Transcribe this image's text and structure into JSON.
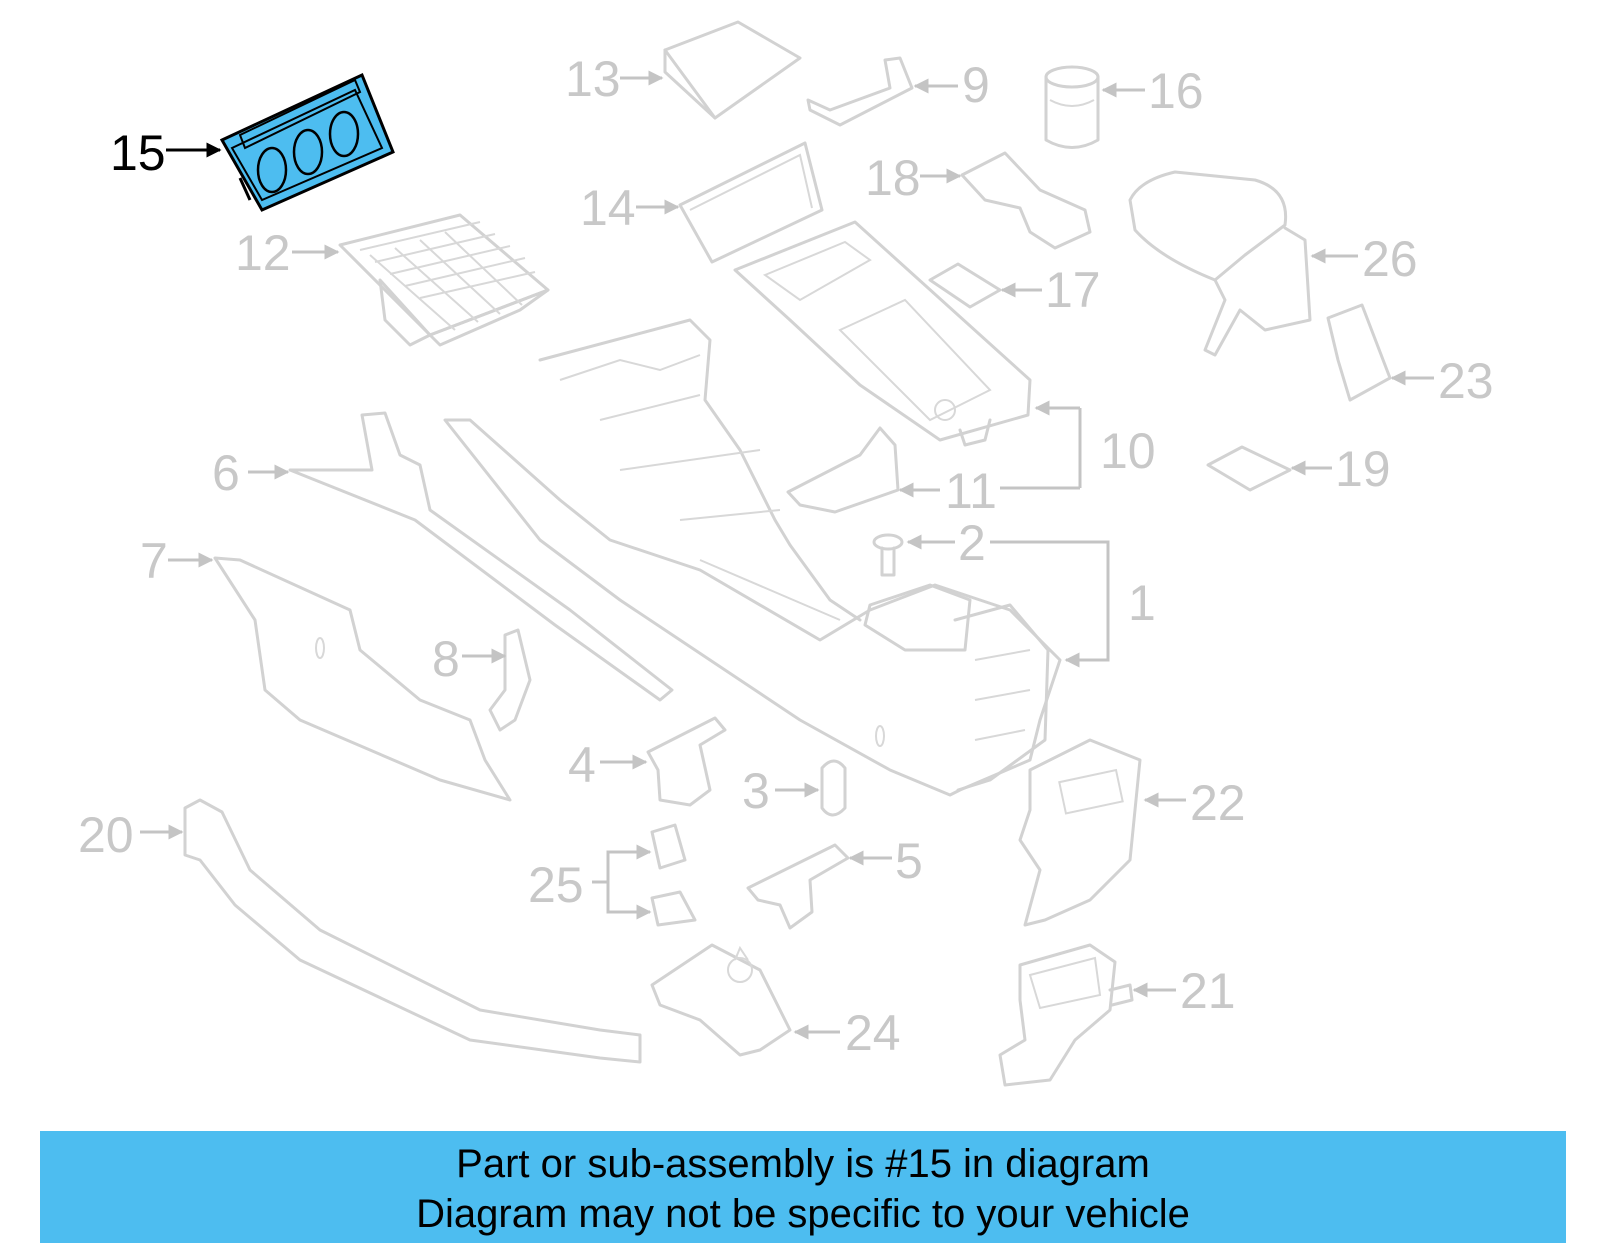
{
  "diagram": {
    "highlighted_part": "15",
    "highlight_color": "#4dbdf0",
    "callouts": [
      "1",
      "2",
      "3",
      "4",
      "5",
      "6",
      "7",
      "8",
      "9",
      "10",
      "11",
      "12",
      "13",
      "14",
      "15",
      "16",
      "17",
      "18",
      "19",
      "20",
      "21",
      "22",
      "23",
      "24",
      "25",
      "26"
    ]
  },
  "banner": {
    "line1": "Part or sub-assembly is #15 in diagram",
    "line2": "Diagram may not be specific to your vehicle",
    "background": "#4dbdf0"
  }
}
